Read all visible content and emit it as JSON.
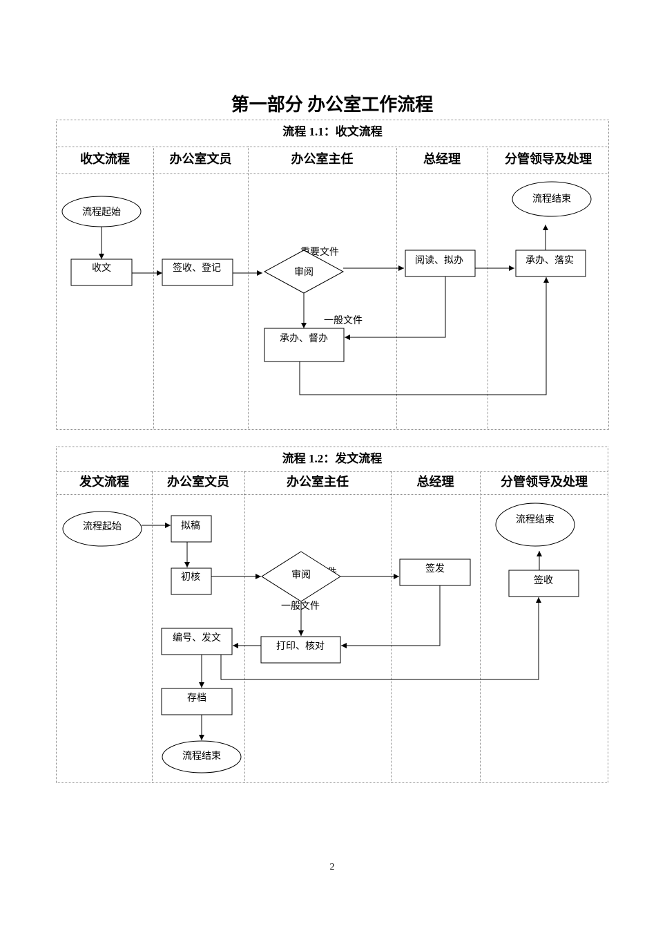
{
  "page_title": "第一部分 办公室工作流程",
  "page_number": "2",
  "flow1": {
    "title": "流程 1.1：收文流程",
    "columns": [
      "收文流程",
      "办公室文员",
      "办公室主任",
      "总经理",
      "分管领导及处理"
    ],
    "nodes": {
      "start": "流程起始",
      "receive": "收文",
      "sign_register": "签收、登记",
      "review": "审阅",
      "read_draft": "阅读、拟办",
      "handle_supervise": "承办、督办",
      "execute": "承办、落实",
      "end": "流程结束"
    },
    "labels": {
      "important": "重要文件",
      "general": "一般文件"
    }
  },
  "flow2": {
    "title": "流程 1.2：发文流程",
    "columns": [
      "发文流程",
      "办公室文员",
      "办公室主任",
      "总经理",
      "分管领导及处理"
    ],
    "nodes": {
      "start": "流程起始",
      "draft": "拟稿",
      "check": "初核",
      "review": "审阅",
      "issue": "签发",
      "print_verify": "打印、核对",
      "number_send": "编号、发文",
      "archive": "存档",
      "end_left": "流程结束",
      "end_right": "流程结束",
      "sign_receive": "签收"
    },
    "labels": {
      "important_fragment": "件",
      "general": "一般文件"
    }
  }
}
